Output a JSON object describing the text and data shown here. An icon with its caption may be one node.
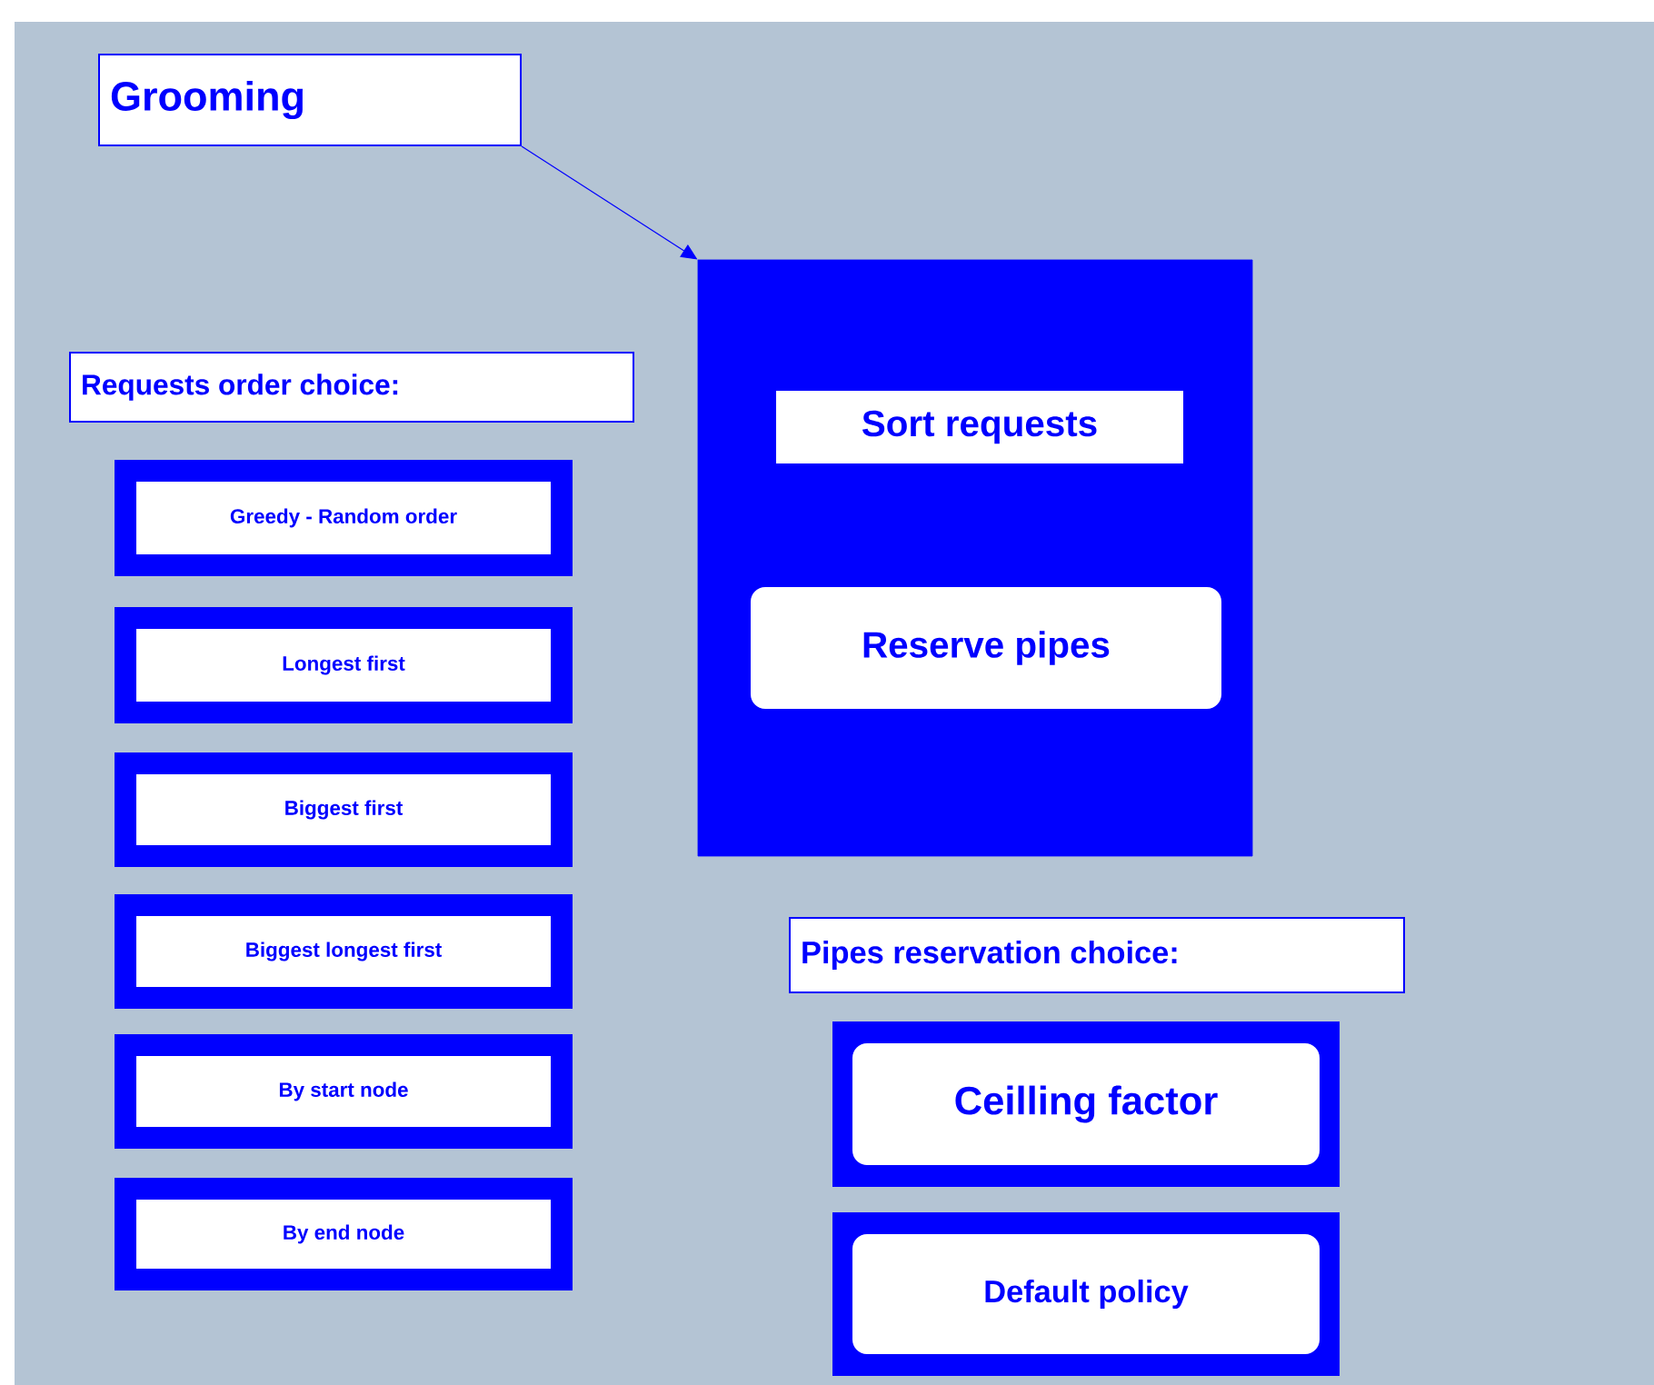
{
  "diagram": {
    "nodes": [
      {
        "text": [
          "Grooming"
        ]
      },
      {
        "text": [],
        "shape": "box"
      },
      {
        "text": [
          "Sort requests"
        ],
        "in": 1
      },
      {
        "text": [
          "Reserve pipes"
        ],
        "in": 1
      },
      {
        "text": [
          "Requests order choice:"
        ]
      },
      {
        "text": [
          "Greedy - Random order"
        ]
      },
      {
        "text": [
          "Longest first"
        ]
      },
      {
        "text": [
          "Biggest first"
        ]
      },
      {
        "text": [
          "Biggest longest first"
        ]
      },
      {
        "text": [
          "By start node"
        ]
      },
      {
        "text": [
          "By end node"
        ]
      },
      {
        "text": [
          "Pipes reservation choice:"
        ]
      },
      {
        "text": [
          "Ceilling factor"
        ]
      },
      {
        "text": [
          "Default policy"
        ]
      }
    ],
    "edges": [
      {
        "from": 0,
        "to": 1,
        "arrow": "to"
      }
    ]
  }
}
